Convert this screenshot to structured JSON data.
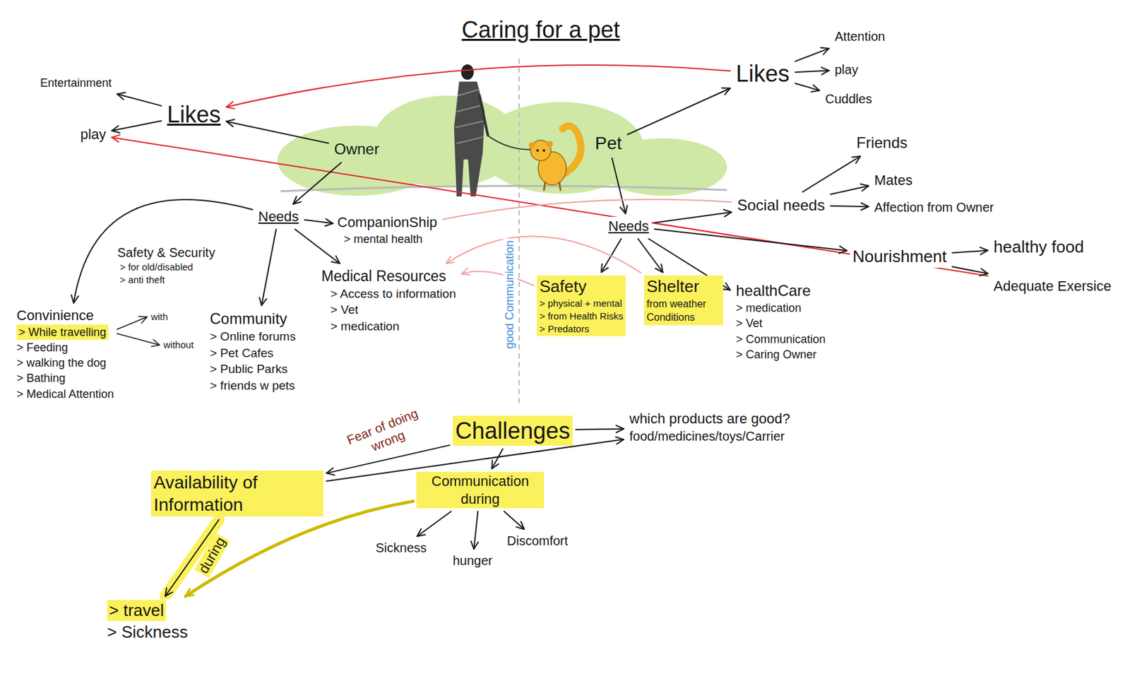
{
  "diagram": {
    "title": "Caring for a pet",
    "nodes": [
      {
        "text": [
          "Owner"
        ]
      },
      {
        "text": [
          "Pet"
        ]
      },
      {
        "text": [
          "Likes"
        ]
      },
      {
        "text": [
          "Entertainment"
        ]
      },
      {
        "text": [
          "play"
        ]
      },
      {
        "text": [
          "Likes"
        ]
      },
      {
        "text": [
          "Attention"
        ]
      },
      {
        "text": [
          "play"
        ]
      },
      {
        "text": [
          "Cuddles"
        ]
      },
      {
        "text": [
          "Needs"
        ]
      },
      {
        "text": [
          "CompanionShip",
          "> mental health"
        ]
      },
      {
        "text": [
          "Safety & Security",
          "> for old/disabled",
          "> anti theft"
        ]
      },
      {
        "text": [
          "Convinience",
          "> While travelling",
          "> Feeding",
          "> walking the dog",
          "> Bathing",
          "> Medical Attention"
        ]
      },
      {
        "text": [
          "Community",
          "> Online forums",
          "> Pet Cafes",
          "> Public Parks",
          "> friends w pets"
        ]
      },
      {
        "text": [
          "Medical Resources",
          "> Access to information",
          "> Vet",
          "> medication"
        ]
      },
      {
        "text": [
          "Needs"
        ]
      },
      {
        "text": [
          "Social needs"
        ]
      },
      {
        "text": [
          "Friends"
        ]
      },
      {
        "text": [
          "Mates"
        ]
      },
      {
        "text": [
          "Affection from Owner"
        ]
      },
      {
        "text": [
          "Nourishment"
        ]
      },
      {
        "text": [
          "healthy food"
        ]
      },
      {
        "text": [
          "Adequate Exersice"
        ]
      },
      {
        "text": [
          "Safety",
          "> physical + mental",
          "> from Health Risks",
          "> Predators"
        ]
      },
      {
        "text": [
          "Shelter",
          "from weather Conditions"
        ]
      },
      {
        "text": [
          "healthCare",
          "> medication",
          "> Vet",
          "> Communication",
          "> Caring Owner"
        ]
      },
      {
        "text": [
          "Challenges"
        ]
      },
      {
        "text": [
          "which products are good?",
          "food/medicines/toys/Carrier"
        ]
      },
      {
        "text": [
          "Availability of Information"
        ]
      },
      {
        "text": [
          "Communication during"
        ]
      },
      {
        "text": [
          "Sickness"
        ]
      },
      {
        "text": [
          "hunger"
        ]
      },
      {
        "text": [
          "Discomfort"
        ]
      },
      {
        "text": [
          "> travel",
          "> Sickness"
        ]
      }
    ],
    "edges": [
      {
        "from": 0,
        "to": 2,
        "arrow": "to"
      },
      {
        "from": 2,
        "to": 3,
        "arrow": "to"
      },
      {
        "from": 2,
        "to": 4,
        "arrow": "to"
      },
      {
        "from": 1,
        "to": 5,
        "arrow": "to"
      },
      {
        "from": 5,
        "to": 6,
        "arrow": "to"
      },
      {
        "from": 5,
        "to": 7,
        "arrow": "to"
      },
      {
        "from": 5,
        "to": 8,
        "arrow": "to"
      },
      {
        "from": 5,
        "to": 2,
        "arrow": "to"
      },
      {
        "from": 22,
        "to": 4,
        "arrow": "to"
      },
      {
        "from": 0,
        "to": 9,
        "arrow": "to"
      },
      {
        "from": 9,
        "to": 10,
        "arrow": "to"
      },
      {
        "from": 9,
        "to": 12,
        "arrow": "to"
      },
      {
        "from": 9,
        "to": 13,
        "arrow": "to"
      },
      {
        "from": 9,
        "to": 14,
        "arrow": "to"
      },
      {
        "from": 1,
        "to": 15,
        "arrow": "to"
      },
      {
        "from": 15,
        "to": 16,
        "arrow": "to"
      },
      {
        "from": 15,
        "to": 20,
        "arrow": "to"
      },
      {
        "from": 15,
        "to": 23,
        "arrow": "to"
      },
      {
        "from": 15,
        "to": 24,
        "arrow": "to"
      },
      {
        "from": 15,
        "to": 25,
        "arrow": "to"
      },
      {
        "from": 16,
        "to": 17,
        "arrow": "to"
      },
      {
        "from": 16,
        "to": 18,
        "arrow": "to"
      },
      {
        "from": 16,
        "to": 19,
        "arrow": "to"
      },
      {
        "from": 20,
        "to": 21,
        "arrow": "to"
      },
      {
        "from": 20,
        "to": 22,
        "arrow": "to"
      },
      {
        "from": 23,
        "to": 14,
        "arrow": "to"
      },
      {
        "from": 24,
        "to": 14,
        "arrow": "to"
      },
      {
        "from": 16,
        "to": 10,
        "arrow": "none"
      },
      {
        "from": 26,
        "to": 28,
        "label": "Fear of doing wrong",
        "arrow": "to"
      },
      {
        "from": 26,
        "to": 27,
        "arrow": "to"
      },
      {
        "from": 26,
        "to": 29,
        "arrow": "to"
      },
      {
        "from": 29,
        "to": 30,
        "arrow": "to"
      },
      {
        "from": 29,
        "to": 31,
        "arrow": "to"
      },
      {
        "from": 29,
        "to": 32,
        "arrow": "to"
      },
      {
        "from": 28,
        "to": 33,
        "label": "during",
        "arrow": "to"
      },
      {
        "from": 29,
        "to": 33,
        "arrow": "to"
      },
      {
        "from": 28,
        "to": 27,
        "arrow": "to"
      }
    ],
    "labels": [
      "with",
      "without",
      "good Communication"
    ]
  }
}
